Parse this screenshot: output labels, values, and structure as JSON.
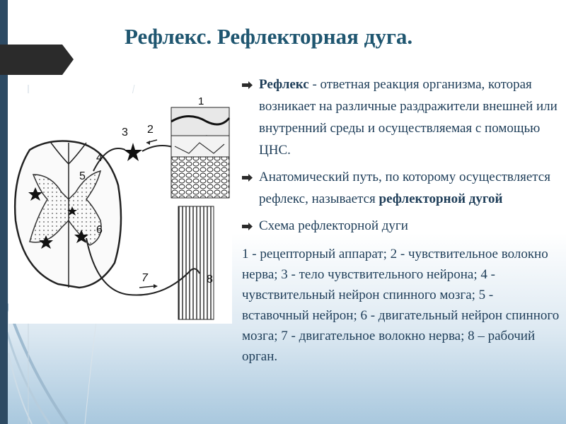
{
  "title": "Рефлекс. Рефлекторная дуга.",
  "bullets": {
    "b1_term": "Рефлекс",
    "b1_text": " - ответная реакция организма, которая возникает на различные раздражители внешней или внутренний среды и осуществляемая с помощью ЦНС.",
    "b2_text": "Анатомический путь, по которому осуществляется рефлекс, называется ",
    "b2_term": "рефлекторной дугой",
    "b3_text": "Схема рефлекторной дуги"
  },
  "legend": "1 - рецепторный аппарат; 2 - чувствительное волокно нерва; 3 - тело чувствительного нейрона; 4 - чувствительный нейрон спинного мозга; 5 - вставочный нейрон; 6 - двигательный нейрон спинного мозга; 7 - двигательное волокно нерва; 8 – рабочий орган.",
  "diagram_labels": {
    "n1": "1",
    "n2": "2",
    "n3": "3",
    "n4": "4",
    "n5": "5",
    "n6": "6",
    "n7": "7",
    "n8": "8"
  },
  "colors": {
    "title": "#1f5670",
    "text": "#1e3d58",
    "left_bar": "#2d4a63",
    "tab": "#2b2b2b"
  },
  "icons": {
    "bullet": "arrow-bullet-icon"
  }
}
